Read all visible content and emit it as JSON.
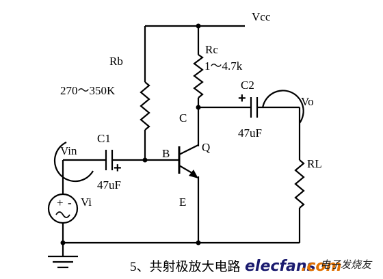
{
  "labels": {
    "vcc": "Vcc",
    "rb": "Rb",
    "rb_value": "270～350K",
    "rc": "Rc",
    "rc_value": "1～4.7k",
    "c2": "C2",
    "c2_value": "47uF",
    "vo": "Vo",
    "c_node": "C",
    "vin": "Vin",
    "c1": "C1",
    "c1_value": "47uF",
    "b_node": "B",
    "q": "Q",
    "rl": "RL",
    "vi": "Vi",
    "e_node": "E",
    "plus": "+",
    "minus": "-"
  },
  "caption": "5、共射极放大电路",
  "watermark": {
    "text": "elecfans",
    "dot_com": ".com",
    "cn": "电子发烧友",
    "text_color": "#1a1a6e",
    "accent_color": "#e07000"
  }
}
